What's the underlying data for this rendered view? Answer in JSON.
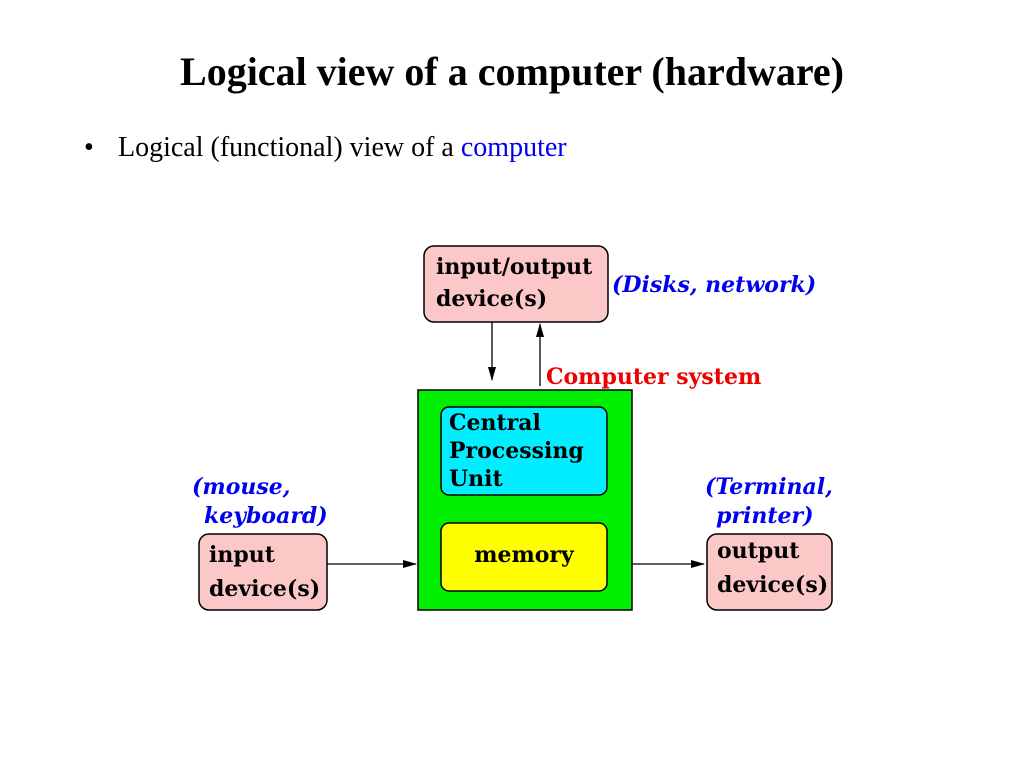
{
  "slide": {
    "title": "Logical view of a computer (hardware)",
    "bullet_prefix": "Logical (functional) view of a ",
    "bullet_link": "computer"
  },
  "diagram": {
    "io_device_lines": [
      "input/output",
      "device(s)"
    ],
    "io_note": "(Disks, network)",
    "system_label": "Computer system",
    "cpu_lines": [
      "Central",
      "Processing",
      "Unit"
    ],
    "memory_label": "memory",
    "input_note_lines": [
      "(mouse,",
      "keyboard)"
    ],
    "input_device_lines": [
      "input",
      "device(s)"
    ],
    "output_note_lines": [
      "(Terminal,",
      "printer)"
    ],
    "output_device_lines": [
      "output",
      "device(s)"
    ]
  },
  "colors": {
    "pink_box": "#fbc7c7",
    "green_system": "#00ee00",
    "cyan_cpu": "#00eeff",
    "yellow_memory": "#ffff00",
    "blue_note": "#0000ee",
    "red_label": "#ee0000"
  }
}
